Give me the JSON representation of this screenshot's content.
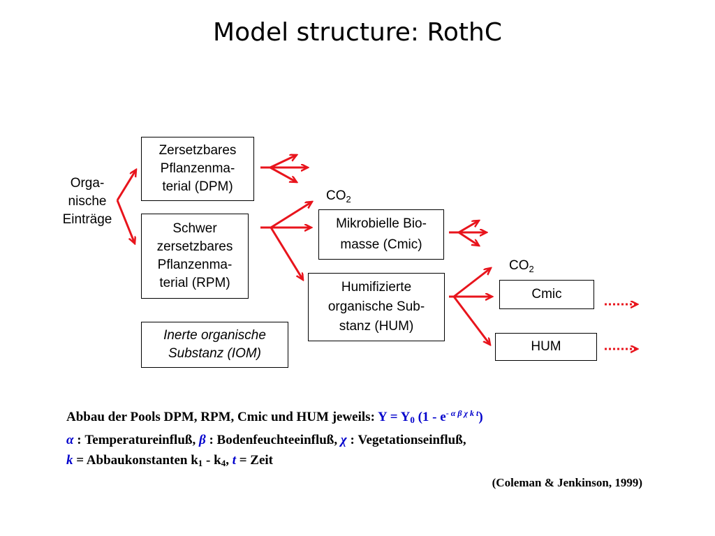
{
  "title": "Model structure: RothC",
  "input_label": "Orga-\nnische\nEinträge",
  "boxes": {
    "dpm": "Zersetzbares\nPflanzenma-\nterial (DPM)",
    "rpm": "Schwer\nzersetzbares\nPflanzenma-\nterial (RPM)",
    "iom": "Inerte organische\nSubstanz (IOM)",
    "bio": "Mikrobielle Bio-\nmasse (Cmic)",
    "hum": "Humifizierte\norganische Sub-\nstanz (HUM)",
    "cmic_out": "Cmic",
    "hum_out": "HUM"
  },
  "co2": {
    "text": "CO",
    "sub": "2"
  },
  "formula": {
    "line1_text": "Abbau der Pools DPM, RPM, Cmic und HUM jeweils: ",
    "Y": "Y",
    "eq": " = ",
    "Y0": "Y",
    "Y0_sub": "0",
    "paren_open": " (1 - e",
    "exp_minus": "-",
    "exp_terms": " α β χ k t",
    "paren_close": ")",
    "alpha": "α",
    "alpha_desc": " : Temperatureinfluß, ",
    "beta": "β",
    "beta_desc": " : Bodenfeuchteeinfluß, ",
    "chi": "χ",
    "chi_desc": " : Vegetationseinfluß,",
    "k": "k",
    "k_desc": " = Abbaukonstanten k",
    "k1_sub": "1",
    "k_mid": " - k",
    "k4_sub": "4",
    "comma": ", ",
    "t": "t",
    "t_desc": " = Zeit"
  },
  "citation": "(Coleman & Jenkinson, 1999)",
  "colors": {
    "arrow": "#e8141c",
    "accent": "#0000cc"
  }
}
